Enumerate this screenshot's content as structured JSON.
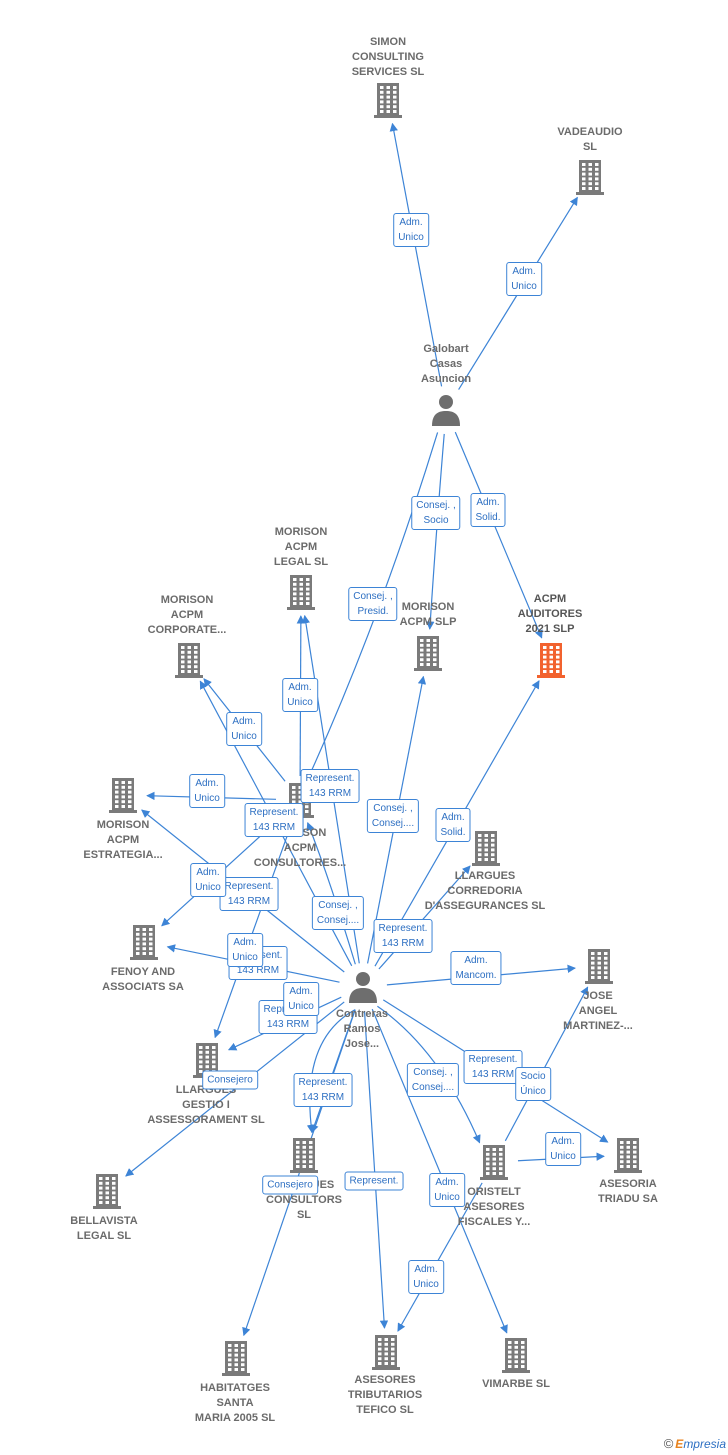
{
  "colors": {
    "edge": "#3d84d6",
    "building": "#7a7a7a",
    "building_highlight": "#f2622e",
    "person": "#6e6e6e"
  },
  "nodes": [
    {
      "id": "simon",
      "type": "company",
      "label": "SIMON\nCONSULTING\nSERVICES  SL"
    },
    {
      "id": "vadeaudio",
      "type": "company",
      "label": "VADEAUDIO\nSL"
    },
    {
      "id": "galobart",
      "type": "person",
      "label": "Galobart\nCasas\nAsuncion"
    },
    {
      "id": "legal",
      "type": "company",
      "label": "MORISON\nACPM\nLEGAL  SL"
    },
    {
      "id": "corporate",
      "type": "company",
      "label": "MORISON\nACPM\nCORPORATE..."
    },
    {
      "id": "slp",
      "type": "company",
      "label": "MORISON\nACPM  SLP"
    },
    {
      "id": "acpm2021",
      "type": "company",
      "highlight": true,
      "label": "ACPM\nAUDITORES\n2021  SLP"
    },
    {
      "id": "estrategia",
      "type": "company",
      "label": "MORISON\nACPM\nESTRATEGIA..."
    },
    {
      "id": "consultores",
      "type": "company",
      "label": "MORISON\nACPM\nCONSULTORES..."
    },
    {
      "id": "corredoria",
      "type": "company",
      "label": "LLARGUES\nCORREDORIA\nD'ASSEGURANCES SL"
    },
    {
      "id": "fenoy",
      "type": "company",
      "label": "FENOY AND\nASSOCIATS SA"
    },
    {
      "id": "contreras",
      "type": "person",
      "label": "Contreras\nRamos\nJose..."
    },
    {
      "id": "jose",
      "type": "company",
      "label": "JOSE\nANGEL\nMARTINEZ-..."
    },
    {
      "id": "gestio",
      "type": "company",
      "label": "LLARGUES\nGESTIO I\nASSESSORAMENT SL"
    },
    {
      "id": "bellavista",
      "type": "company",
      "label": "BELLAVISTA\nLEGAL SL"
    },
    {
      "id": "consultors",
      "type": "company",
      "label": "LLARGUES\nCONSULTORS\nSL"
    },
    {
      "id": "oristelt",
      "type": "company",
      "label": "ORISTELT\nASESORES\nFISCALES Y..."
    },
    {
      "id": "triadu",
      "type": "company",
      "label": "ASESORIA\nTRIADU SA"
    },
    {
      "id": "habitatges",
      "type": "company",
      "label": "HABITATGES\nSANTA\nMARIA 2005 SL"
    },
    {
      "id": "tefico",
      "type": "company",
      "label": "ASESORES\nTRIBUTARIOS\nTEFICO  SL"
    },
    {
      "id": "vimarbe",
      "type": "company",
      "label": "VIMARBE  SL"
    }
  ],
  "edges": [
    {
      "id": "e1",
      "from": "galobart",
      "to": "simon",
      "label": "Adm.\nUnico"
    },
    {
      "id": "e2",
      "from": "galobart",
      "to": "vadeaudio",
      "label": "Adm.\nUnico"
    },
    {
      "id": "e3",
      "from": "galobart",
      "to": "slp",
      "label": "Consej. ,\nSocio"
    },
    {
      "id": "e4",
      "from": "galobart",
      "to": "acpm2021",
      "label": "Adm.\nSolid."
    },
    {
      "id": "e5",
      "from": "galobart",
      "to": "consultores",
      "label": "Consej. ,\nPresid."
    },
    {
      "id": "e6",
      "from": "consultores",
      "to": "legal",
      "label": "Adm.\nUnico"
    },
    {
      "id": "e7",
      "from": "consultores",
      "to": "corporate",
      "label": "Adm.\nUnico"
    },
    {
      "id": "e8",
      "from": "consultores",
      "to": "estrategia",
      "label": "Adm.\nUnico"
    },
    {
      "id": "e9",
      "from": "contreras",
      "to": "legal",
      "label": "Represent.\n143 RRM"
    },
    {
      "id": "e10",
      "from": "contreras",
      "to": "corporate",
      "label": "Represent.\n143 RRM"
    },
    {
      "id": "e11",
      "from": "contreras",
      "to": "slp",
      "label": "Consej. ,\nConsej...."
    },
    {
      "id": "e12",
      "from": "contreras",
      "to": "acpm2021",
      "label": "Adm.\nSolid."
    },
    {
      "id": "e13",
      "from": "contreras",
      "to": "estrategia",
      "label": "Represent.\n143 RRM"
    },
    {
      "id": "e14",
      "from": "consultores",
      "to": "fenoy",
      "label": "Adm.\nUnico"
    },
    {
      "id": "e15",
      "from": "contreras",
      "to": "consultores",
      "label": "Consej. ,\nConsej...."
    },
    {
      "id": "e16",
      "from": "contreras",
      "to": "corredoria",
      "label": "Represent.\n143 RRM"
    },
    {
      "id": "e17",
      "from": "contreras",
      "to": "fenoy",
      "label": "Represent.\n143 RRM"
    },
    {
      "id": "e18",
      "from": "consultores",
      "to": "gestio",
      "label": "Adm.\nUnico"
    },
    {
      "id": "e19",
      "from": "contreras",
      "to": "jose",
      "label": "Adm.\nMancom."
    },
    {
      "id": "e20",
      "from": "contreras",
      "to": "gestio",
      "label": "Represent.\n143 RRM"
    },
    {
      "id": "e21",
      "from": "contreras",
      "to": "consultors",
      "label": "Adm.\nUnico"
    },
    {
      "id": "e22",
      "from": "contreras",
      "to": "bellavista",
      "label": "Consejero"
    },
    {
      "id": "e23",
      "from": "contreras",
      "to": "triadu",
      "label": "Represent.\n143 RRM"
    },
    {
      "id": "e24",
      "from": "contreras",
      "to": "oristelt",
      "label": "Consej. ,\nConsej...."
    },
    {
      "id": "e25",
      "from": "oristelt",
      "to": "jose",
      "label": "Socio\nÚnico"
    },
    {
      "id": "e26",
      "from": "contreras",
      "to": "consultors",
      "label": "Represent.\n143 RRM"
    },
    {
      "id": "e27",
      "from": "oristelt",
      "to": "triadu",
      "label": "Adm.\nUnico"
    },
    {
      "id": "e28",
      "from": "contreras",
      "to": "habitatges",
      "label": "Consejero"
    },
    {
      "id": "e29",
      "from": "contreras",
      "to": "tefico",
      "label": "Represent."
    },
    {
      "id": "e30",
      "from": "contreras",
      "to": "vimarbe",
      "label": "Adm.\nUnico"
    },
    {
      "id": "e31",
      "from": "oristelt",
      "to": "tefico",
      "label": "Adm.\nUnico"
    }
  ],
  "footer": {
    "copyright": "©",
    "brand_first": "E",
    "brand_rest": "mpresia"
  }
}
